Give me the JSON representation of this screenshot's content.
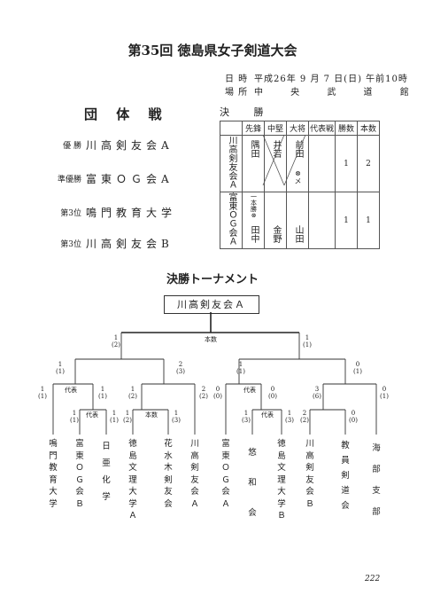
{
  "title": "第35回 徳島県女子剣道大会",
  "info": {
    "date_label": "日 時",
    "date_value": "平成26年 9 月 7 日(日) 午前10時",
    "place_label": "場 所",
    "place_value": "中 央 武 道 館"
  },
  "team_event": {
    "heading": "団 体 戦",
    "results": [
      {
        "rank": "優 勝",
        "team": "川高剣友会A"
      },
      {
        "rank": "準優勝",
        "team": "富東ＯＧ会A"
      },
      {
        "rank": "第3位",
        "team": "鳴門教育大学"
      },
      {
        "rank": "第3位",
        "team": "川高剣友会B"
      }
    ]
  },
  "final": {
    "heading": "決 勝",
    "columns": [
      "先鋒",
      "中堅",
      "大将",
      "代表戦",
      "勝数",
      "本数"
    ],
    "rows": [
      {
        "team": "川高剣友会Ａ",
        "players": [
          "隅田",
          "井若",
          "前田"
        ],
        "marks": [
          "",
          "",
          "⊗メ"
        ],
        "daihyo": "",
        "wins": "1",
        "points": "2"
      },
      {
        "team": "富東ＯＧ会Ａ",
        "players": [
          "田中",
          "金野",
          "山田"
        ],
        "marks": [
          "一本勝⊗",
          "",
          ""
        ],
        "daihyo": "",
        "wins": "1",
        "points": "1"
      }
    ]
  },
  "tournament": {
    "heading": "決勝トーナメント",
    "winner": "川高剣友会Ａ",
    "labels": {
      "final_center": "本数",
      "daihyo": "代表"
    },
    "scores": {
      "l_top": "1\n(2)",
      "r_top": "1\n(1)",
      "ll": "1\n(1)",
      "lr": "2\n(3)",
      "rl": "1\n(1)",
      "rr": "0\n(1)",
      "ll_l": "1\n(1)",
      "ll_r": "1\n(1)",
      "lr_l": "1\n(2)",
      "lr_r": "2\n(2)",
      "rl_l": "0\n(0)",
      "rl_r": "0\n(0)",
      "rr_l": "3\n(6)",
      "rr_r": "0\n(1)",
      "q1_l": "1\n(1)",
      "q1_r": "1\n(1)",
      "q2_l": "1\n(2)",
      "q2_r": "1\n(3)",
      "q3_l": "1\n(3)",
      "q3_r": "1\n(3)",
      "q4_l": "2\n(2)",
      "q4_r": "0\n(0)"
    },
    "teams": [
      "鳴門教育大学",
      "富東ＯＧ会Ｂ",
      "日亜化学",
      "徳島文理大学Ａ",
      "花水木剣友会",
      "川高剣友会Ａ",
      "富東ＯＧ会Ａ",
      "悠和会",
      "徳島文理大学Ｂ",
      "川高剣友会Ｂ",
      "教員剣道会",
      "海部支部"
    ]
  },
  "page_number": "222"
}
